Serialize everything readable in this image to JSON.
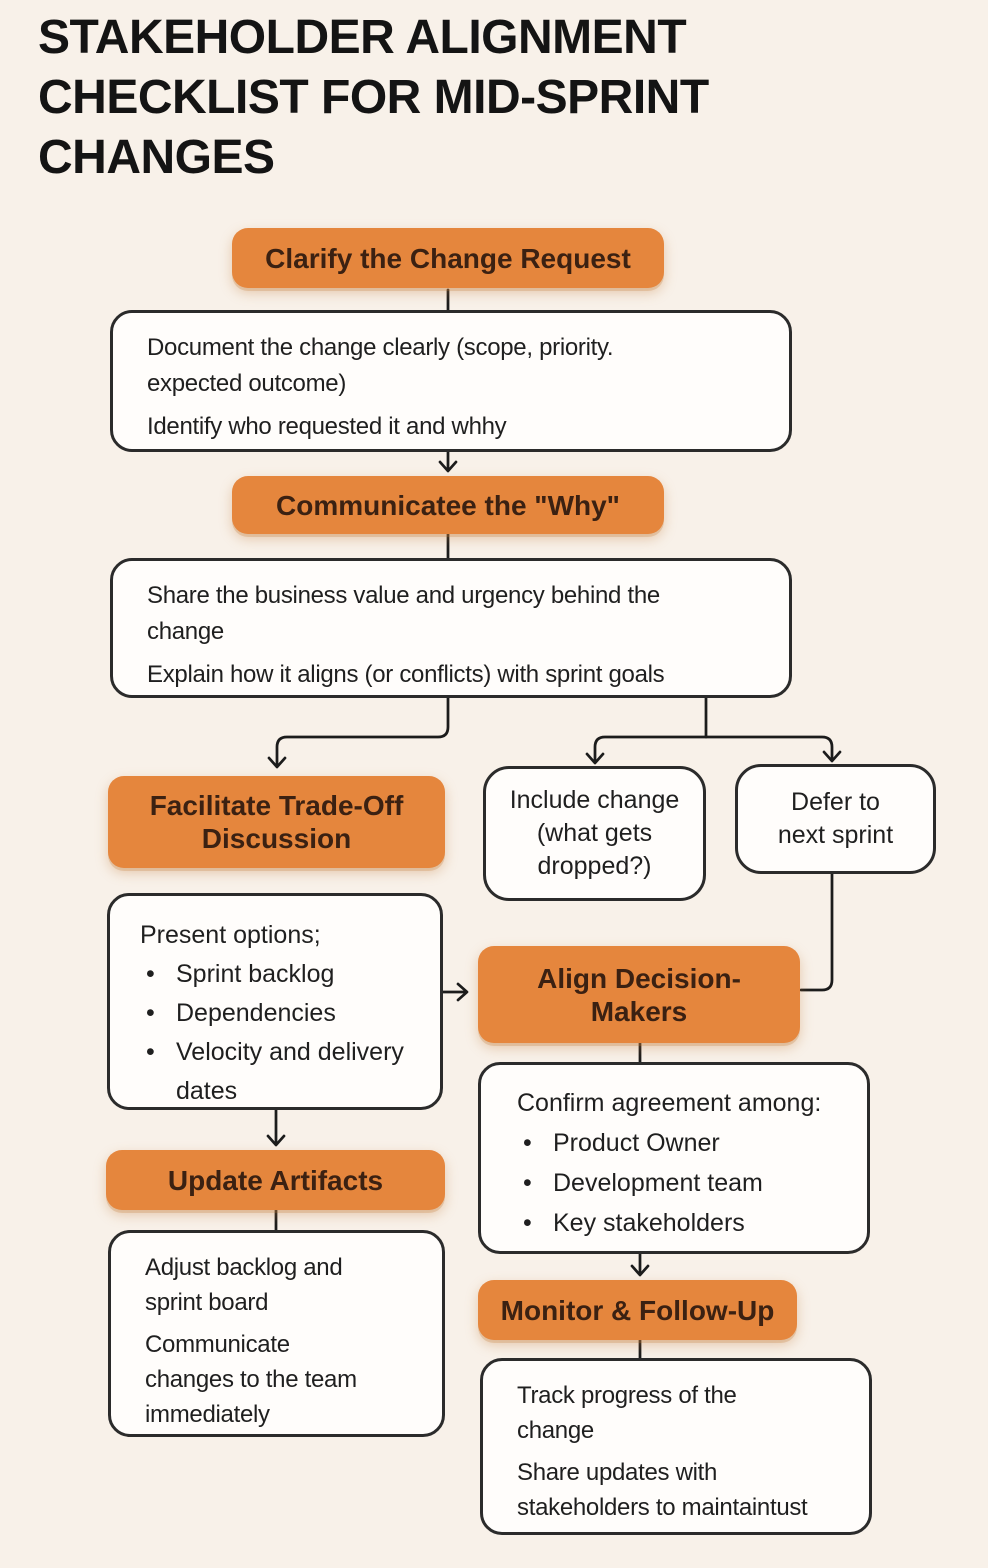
{
  "title": "STAKEHOLDER ALIGNMENT CHECKLIST FOR MID-SPRINT CHANGES",
  "colors": {
    "background": "#f8f1e9",
    "accent_orange": "#e5863d",
    "orange_label_text": "#3b2112",
    "box_border": "#2b2b2b",
    "body_text": "#1f1f1f",
    "connector": "#1c1c1c"
  },
  "nodes": {
    "clarify": {
      "label": "Clarify the Change Request"
    },
    "clarify_detail": {
      "paragraphs": [
        [
          "Document the change clearly (scope, priority.",
          "expected outcome)"
        ],
        [
          "Identify who requested it and whhy"
        ]
      ]
    },
    "communicate": {
      "label": "Communicatee the \"Why\""
    },
    "communicate_detail": {
      "paragraphs": [
        [
          "Share the business value and urgency behind the",
          "change"
        ],
        [
          "Explain how it aligns (or conflicts) with sprint goals"
        ]
      ]
    },
    "facilitate": {
      "lines": [
        "Facilitate Trade-Off",
        "Discussion"
      ]
    },
    "include_change": {
      "lines": [
        "Include change",
        "(what gets",
        "dropped?)"
      ]
    },
    "defer": {
      "lines": [
        "Defer to",
        "next sprint"
      ]
    },
    "present_options": {
      "heading": "Present options;",
      "bullets": [
        "Sprint backlog",
        "Dependencies",
        "Velocity and delivery dates"
      ]
    },
    "align_makers": {
      "lines": [
        "Align Decision-",
        "Makers"
      ]
    },
    "confirm": {
      "heading": "Confirm agreement among:",
      "bullets": [
        "Product Owner",
        "Development team",
        "Key stakeholders"
      ]
    },
    "update_artifacts": {
      "label": "Update Artifacts"
    },
    "adjust_detail": {
      "paragraphs": [
        [
          "Adjust backlog and",
          "sprint board"
        ],
        [
          "Communicate",
          "changes to the team",
          "immediately"
        ]
      ]
    },
    "monitor": {
      "label": "Monitor & Follow-Up"
    },
    "track_detail": {
      "paragraphs": [
        [
          "Track progress of the",
          "change"
        ],
        [
          "Share updates with",
          "stakeholders to maintaintust"
        ]
      ]
    }
  }
}
